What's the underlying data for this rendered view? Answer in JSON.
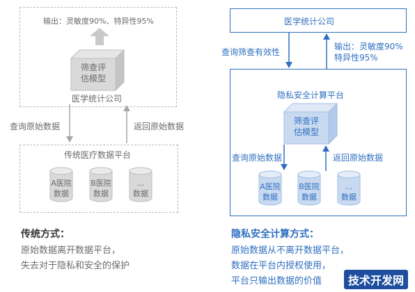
{
  "left": {
    "output_text": "输出：灵敏度90%、特异性95%",
    "model_line1": "筛查评",
    "model_line2": "估模型",
    "company": "医学统计公司",
    "query_label": "查询原始数据",
    "return_label": "返回原始数据",
    "platform": "传统医疗数据平台",
    "db_a_line1": "A医院",
    "db_a_line2": "数据",
    "db_b_line1": "B医院",
    "db_b_line2": "数据",
    "db_c_line1": "...",
    "db_c_line2": "数据",
    "heading": "传统方式：",
    "body1": "原始数据离开数据平台，",
    "body2": "失去对于隐私和安全的保护"
  },
  "right": {
    "company": "医学统计公司",
    "query_effect_label": "查询筛查有效性",
    "output_line1": "输出：灵敏度90%",
    "output_line2": "特异性95%",
    "platform": "隐私安全计算平台",
    "model_line1": "筛查评",
    "model_line2": "估模型",
    "query_label": "查询原始数据",
    "return_label": "返回原始数据",
    "db_a_line1": "A医院",
    "db_a_line2": "数据",
    "db_b_line1": "B医院",
    "db_b_line2": "数据",
    "db_c_line1": "...",
    "db_c_line2": "数据",
    "heading": "隐私安全计算方式：",
    "body1": "原始数据从不离开数据平台，",
    "body2": "数据在平台内授权使用，",
    "body3": "平台只输出数据的价值"
  },
  "watermark": "技术开发网",
  "colors": {
    "blue": "#2f6fc0",
    "gray": "#6b6b6b",
    "cube_gray": "#d9d9d9",
    "cube_blue": "#c9daf0"
  }
}
